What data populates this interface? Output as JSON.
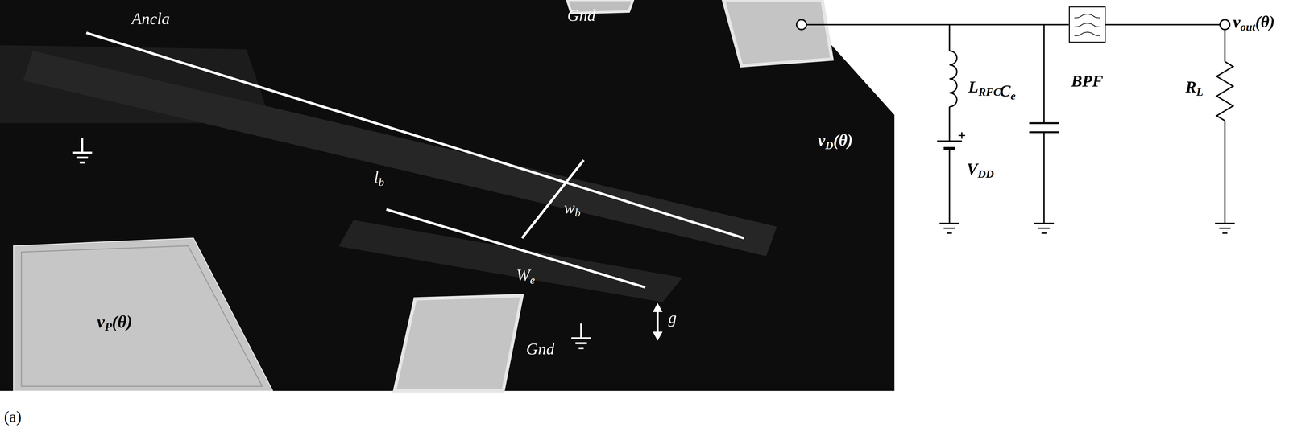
{
  "diagram": {
    "nodes": [
      {
        "text": [
          "vP(θ)"
        ]
      },
      {
        "text": [
          "BPF"
        ]
      }
    ],
    "labels": [
      "Ancla",
      "Gnd",
      "lb",
      "wb",
      "We",
      "g",
      "Gnd",
      "vD(θ)",
      "LRFC",
      "VDD",
      "Ce",
      "vout(θ)",
      "RL",
      "(a)"
    ]
  }
}
